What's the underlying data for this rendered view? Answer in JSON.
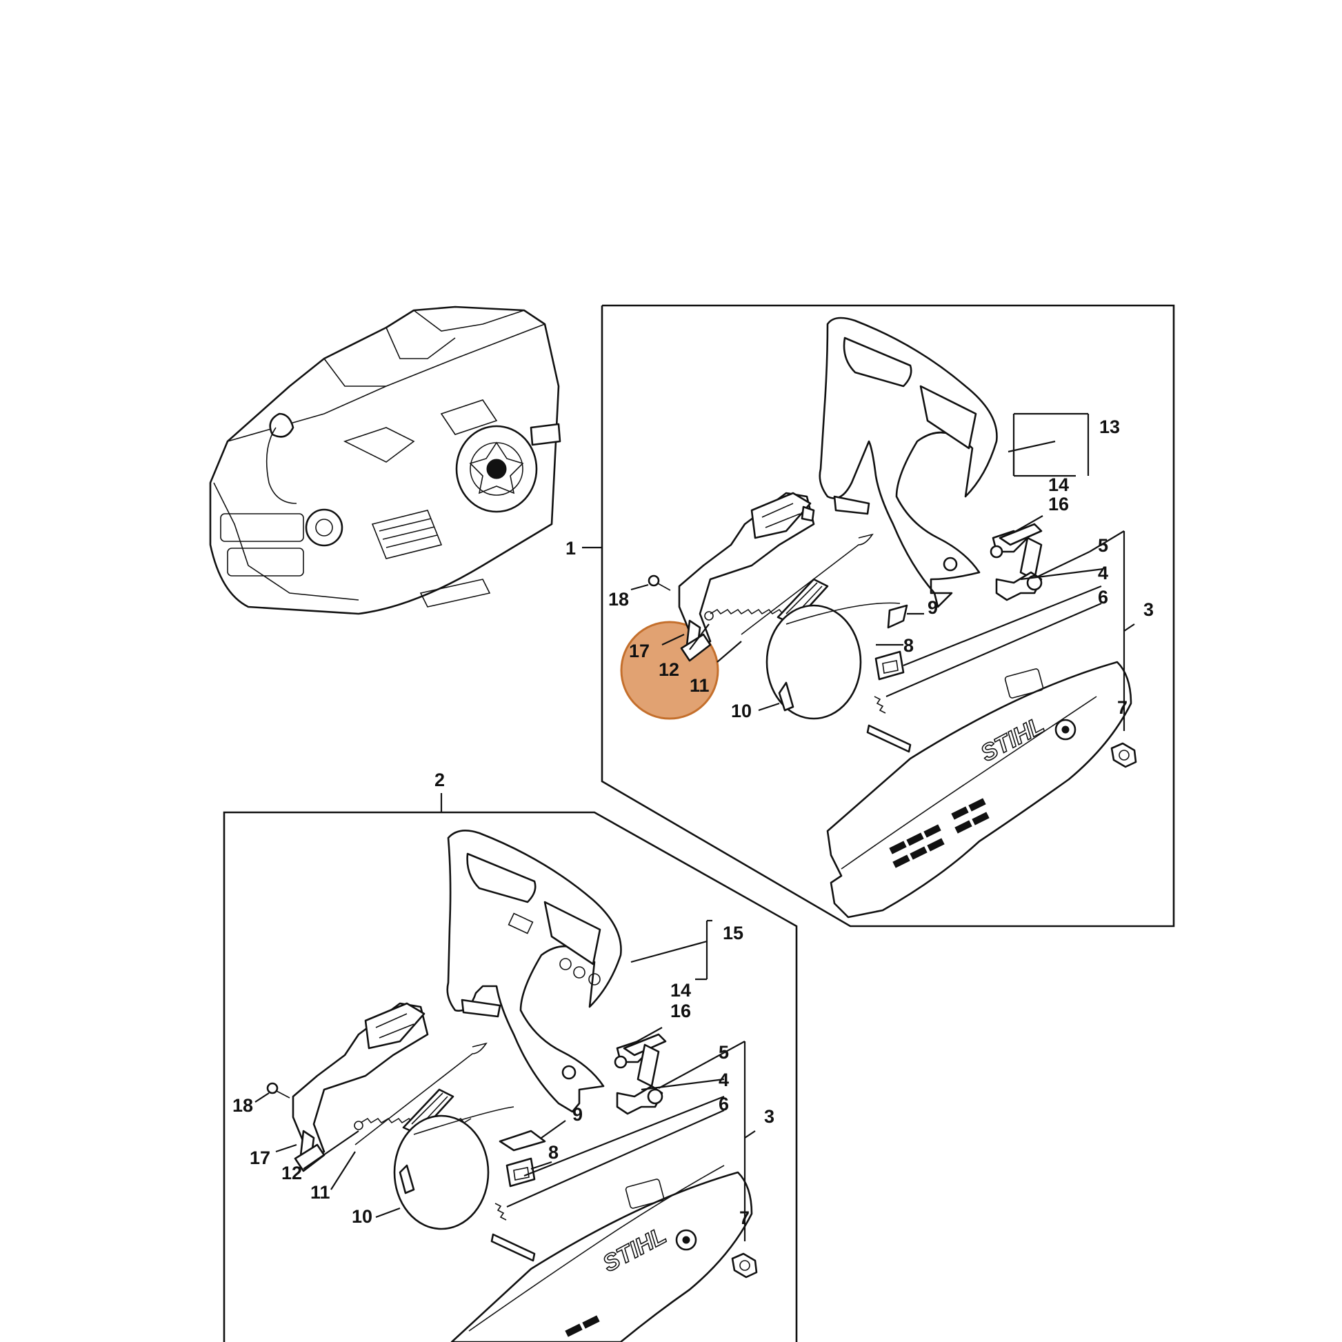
{
  "brand": "STIHL",
  "highlight_color": "#d9884a",
  "assembly_labels": {
    "a1": "1",
    "a2": "2"
  },
  "callouts_top": {
    "c3": "3",
    "c4": "4",
    "c5": "5",
    "c6": "6",
    "c7": "7",
    "c8": "8",
    "c9": "9",
    "c10": "10",
    "c11": "11",
    "c12": "12",
    "c13": "13",
    "c14": "14",
    "c16": "16",
    "c17": "17",
    "c18": "18"
  },
  "callouts_bottom": {
    "c3": "3",
    "c4": "4",
    "c5": "5",
    "c6": "6",
    "c7": "7",
    "c8": "8",
    "c9": "9",
    "c10": "10",
    "c11": "11",
    "c12": "12",
    "c14": "14",
    "c15": "15",
    "c16": "16",
    "c17": "17",
    "c18": "18"
  }
}
